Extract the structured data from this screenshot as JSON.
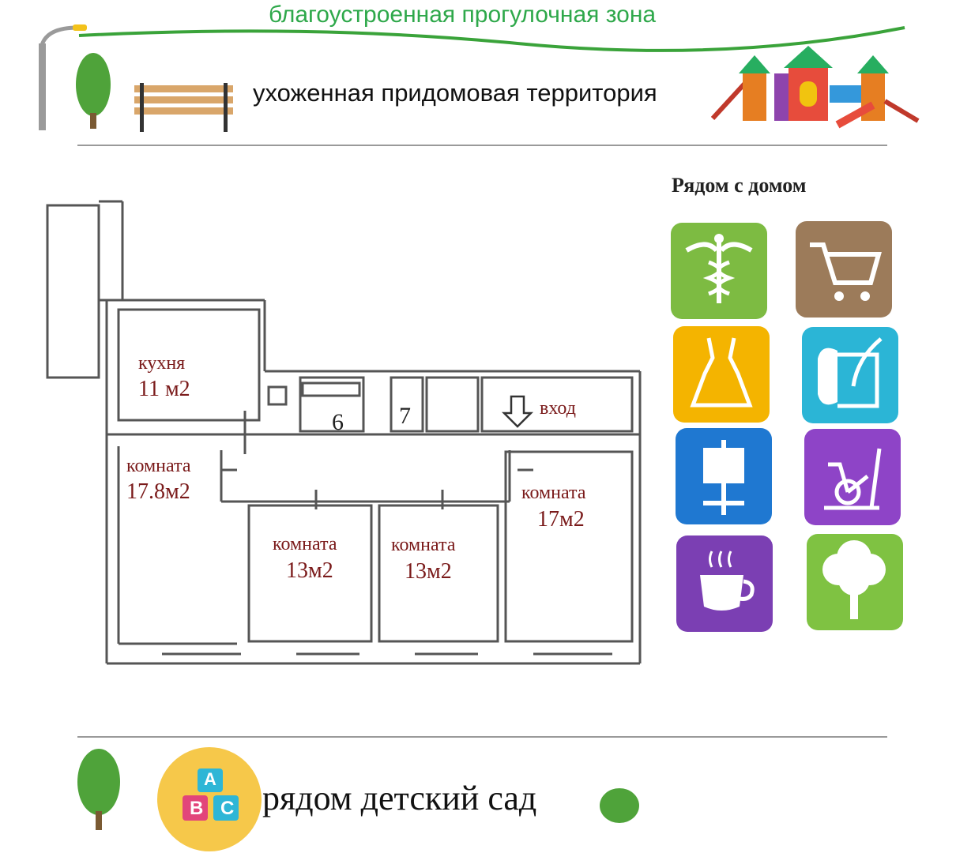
{
  "header": {
    "walk_zone_label": "благоустроенная прогулочная зона",
    "territory_label": "ухоженная придомовая территория"
  },
  "nearby": {
    "title": "Рядом с домом",
    "tiles": [
      {
        "icon": "medical-caduceus-icon",
        "color": "#7dbb42"
      },
      {
        "icon": "shopping-cart-icon",
        "color": "#9c7b5a"
      },
      {
        "icon": "dress-icon",
        "color": "#f4b400"
      },
      {
        "icon": "scroll-quill-icon",
        "color": "#2bb5d6"
      },
      {
        "icon": "easel-icon",
        "color": "#1f78d1"
      },
      {
        "icon": "exercise-bike-icon",
        "color": "#8e44c7"
      },
      {
        "icon": "coffee-cup-icon",
        "color": "#7b3fb3"
      },
      {
        "icon": "tree-icon",
        "color": "#7fc242"
      }
    ]
  },
  "floorplan": {
    "kitchen": {
      "name": "кухня",
      "area": "11 м2"
    },
    "hall_number": "6",
    "bath_number": "7",
    "entrance": "вход",
    "room_left": {
      "name": "комната",
      "area": "17.8м2"
    },
    "room_mid1": {
      "name": "комната",
      "area": "13м2"
    },
    "room_mid2": {
      "name": "комната",
      "area": "13м2"
    },
    "room_right": {
      "name": "комната",
      "area": "17м2"
    }
  },
  "footer": {
    "kindergarten_label": "рядом детский сад",
    "blocks": [
      "A",
      "B",
      "C"
    ]
  }
}
